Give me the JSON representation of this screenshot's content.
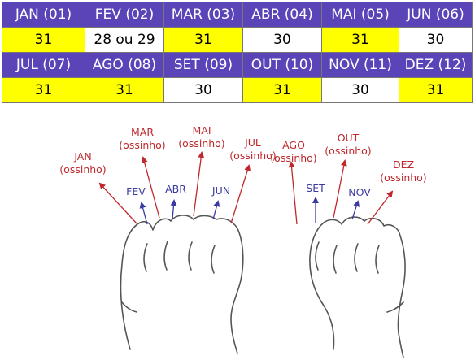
{
  "table": {
    "rows": [
      [
        {
          "month": "JAN (01)",
          "days": "31",
          "long": true
        },
        {
          "month": "FEV (02)",
          "days": "28 ou 29",
          "long": false
        },
        {
          "month": "MAR (03)",
          "days": "31",
          "long": true
        },
        {
          "month": "ABR (04)",
          "days": "30",
          "long": false
        },
        {
          "month": "MAI (05)",
          "days": "31",
          "long": true
        },
        {
          "month": "JUN (06)",
          "days": "30",
          "long": false
        }
      ],
      [
        {
          "month": "JUL (07)",
          "days": "31",
          "long": true
        },
        {
          "month": "AGO (08)",
          "days": "31",
          "long": true
        },
        {
          "month": "SET (09)",
          "days": "30",
          "long": false
        },
        {
          "month": "OUT (10)",
          "days": "31",
          "long": true
        },
        {
          "month": "NOV (11)",
          "days": "30",
          "long": false
        },
        {
          "month": "DEZ (12)",
          "days": "31",
          "long": true
        }
      ]
    ]
  },
  "diagram": {
    "ossinho": "(ossinho)",
    "left_hand": {
      "knuckles": [
        {
          "month": "JAN",
          "knuckle": true
        },
        {
          "month": "MAR",
          "knuckle": true
        },
        {
          "month": "MAI",
          "knuckle": true
        },
        {
          "month": "JUL",
          "knuckle": true
        }
      ],
      "gaps": [
        "FEV",
        "ABR",
        "JUN"
      ]
    },
    "right_hand": {
      "knuckles": [
        {
          "month": "AGO",
          "knuckle": true
        },
        {
          "month": "OUT",
          "knuckle": true
        },
        {
          "month": "DEZ",
          "knuckle": true
        }
      ],
      "gaps": [
        "SET",
        "NOV"
      ]
    }
  },
  "colors": {
    "header_bg": "#5a44b8",
    "header_text": "#ffffff",
    "long_month_bg": "#ffff00",
    "knuckle_label": "#c0282d",
    "gap_label": "#3a3aa0",
    "hand_outline": "#555555"
  }
}
